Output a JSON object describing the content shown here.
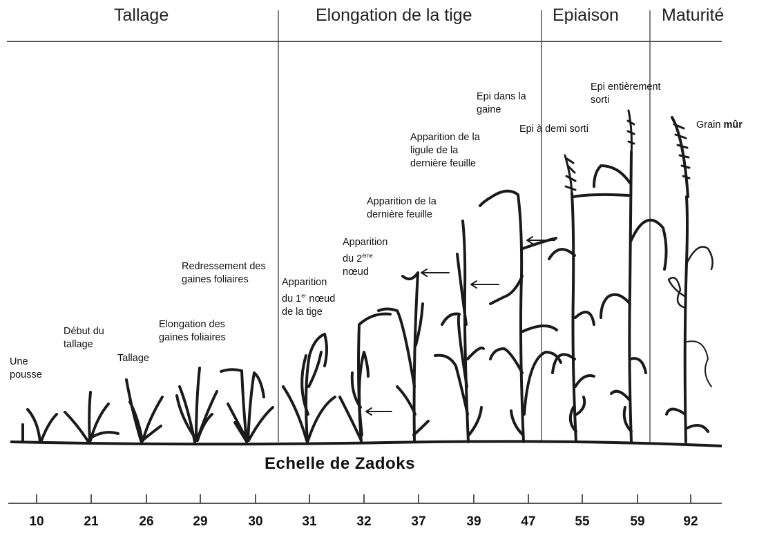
{
  "phases": [
    "Tallage",
    "Elongation de la tige",
    "Epiaison",
    "Maturité"
  ],
  "stages": [
    {
      "code": "10",
      "lines": [
        "Une",
        "pousse"
      ]
    },
    {
      "code": "21",
      "lines": [
        "Début du",
        "tallage"
      ]
    },
    {
      "code": "26",
      "lines": [
        "Tallage"
      ]
    },
    {
      "code": "29",
      "lines": [
        "Elongation des",
        "gaines foliaires"
      ]
    },
    {
      "code": "30",
      "lines": [
        "Redressement des",
        "gaines foliaires"
      ]
    },
    {
      "code": "31",
      "line1_pre": "Apparition",
      "line2_pre": "du 1",
      "line2_sup": "er",
      "line2_post": " nœud",
      "line3": "de la tige"
    },
    {
      "code": "32",
      "line1": "Apparition",
      "line2_pre": "du 2",
      "line2_sup": "ème",
      "line3": "nœud"
    },
    {
      "code": "37",
      "lines": [
        "Apparition de la",
        "dernière feuille"
      ]
    },
    {
      "code": "39",
      "lines": [
        "Apparition de la",
        "ligule de la",
        "dernière feuille"
      ]
    },
    {
      "code": "47",
      "lines": [
        "Epi dans la",
        "gaine"
      ]
    },
    {
      "code": "55",
      "lines": [
        "Epi à demi sorti"
      ]
    },
    {
      "code": "59",
      "lines": [
        "Epi entièrement",
        "sorti"
      ]
    },
    {
      "code": "92",
      "pre": "Grain ",
      "bold": "mûr"
    }
  ],
  "scale_title": "Echelle de Zadoks",
  "colors": {
    "ink": "#1a1a1a",
    "rule": "#555555",
    "background": "#ffffff"
  }
}
